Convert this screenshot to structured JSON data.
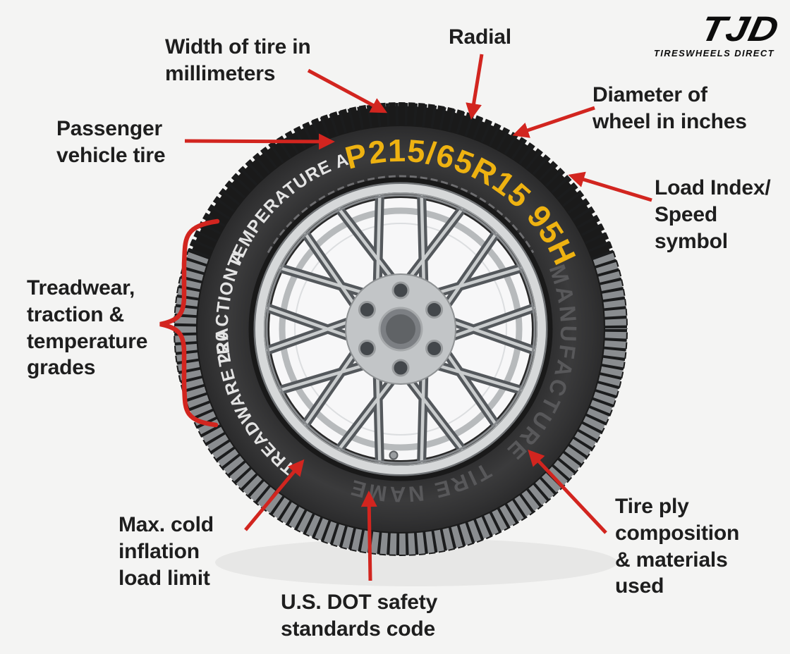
{
  "logo": {
    "abbr": "TJD",
    "name": "TIRESWHEELS DIRECT"
  },
  "annotations": {
    "width": "Width of tire in\nmillimeters",
    "radial": "Radial",
    "diameter": "Diameter of\nwheel in inches",
    "passenger": "Passenger\nvehicle tire",
    "load_index": "Load Index/\nSpeed\nsymbol",
    "grades": "Treadwear,\ntraction &\ntemperature\ngrades",
    "max_cold": "Max. cold\ninflation\nload limit",
    "dot_code": "U.S. DOT safety\nstandards code",
    "tire_ply": "Tire ply\ncomposition\n& materials\nused"
  },
  "sidewall": {
    "size_code": "P215/65R15 95H",
    "temperature": "TEMPERATURE A",
    "traction": "TRACTION A",
    "treadwear": "TREADWARE 220",
    "manufacturer": "MANUFACTURER",
    "tire_name": "TIRE NAME"
  },
  "colors": {
    "arrow_red": "#d2251f",
    "size_code_yellow": "#eeb211",
    "sidewall_text_white": "#e4e4e4",
    "sidewall_text_gray": "#58585a",
    "label_text": "#1e1e1e",
    "background": "#f4f4f3"
  }
}
